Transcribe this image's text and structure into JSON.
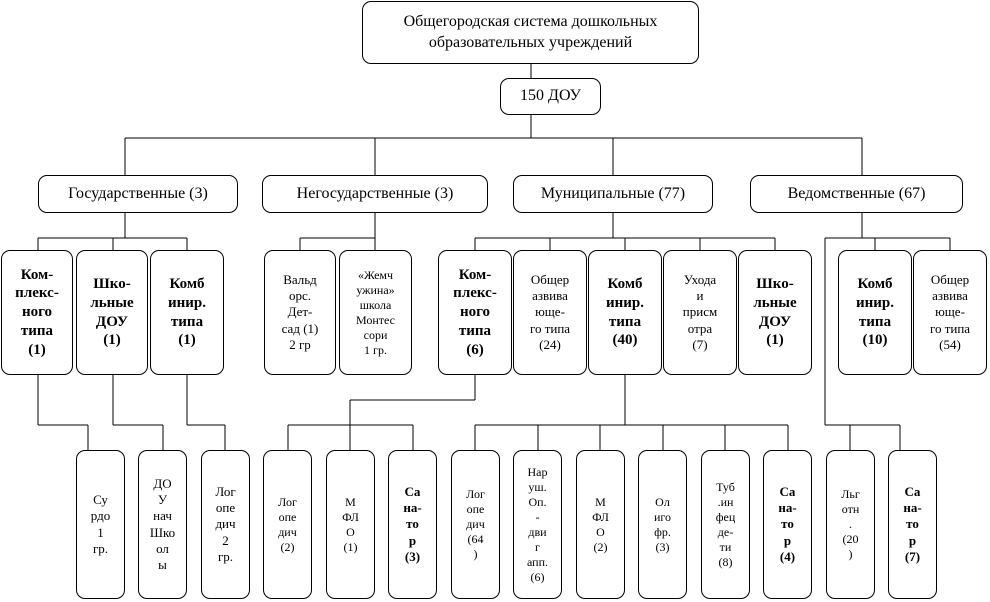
{
  "title": "Общегородская система дошкольных\nобразовательных учреждений",
  "total": "150 ДОУ",
  "groups": {
    "state": "Государственные (3)",
    "nonstate": "Негосударственные (3)",
    "municipal": "Муниципальные (77)",
    "departmental": "Ведомственные (67)"
  },
  "types": {
    "state_complex": "Ком-\nплекс-\nного\nтипа\n(1)",
    "state_school": "Шко-\nльные\nДОУ\n(1)",
    "state_combined": "Комб\nинир.\nтипа\n(1)",
    "nonstate_waldorf": "Вальд\nорс.\nДет-\nсад (1)\n2 гр",
    "nonstate_pearl": "«Жемч\nужина»\nшкола\nМонтес\nсори\n1 гр.",
    "mun_complex": "Ком-\nплекс-\nного\nтипа\n(6)",
    "mun_general": "Общер\nазвива\nюще-\nго типа\n(24)",
    "mun_combined": "Комб\nинир.\nтипа\n(40)",
    "mun_care": "Ухода\nи\nприсм\nотра\n(7)",
    "mun_school": "Шко-\nльные\nДОУ\n(1)",
    "dep_combined": "Комб\nинир.\nтипа\n(10)",
    "dep_general": "Общер\nазвива\nюще-\nго типа\n(54)"
  },
  "groups_detail": {
    "surdo": "Су\nрдо\n1\nгр.",
    "dou_school": "ДО\nУ\nнач\nШко\nол\nы",
    "logo_state": "Лог\nопе\nдич\n2\nгр.",
    "logo_complex": "Лог\nопе\nдич\n(2)",
    "mflo_complex": "М\nФЛ\nО\n(1)",
    "sanat_complex": "Са\nна-\nто\nр\n(3)",
    "logo_comb": "Лог\nопе\nдич\n(64\n)",
    "narush": "Нар\nуш.\nОп.\n-\nдви\nг\nапп.\n(6)",
    "mflo_comb": "М\nФЛ\nО\n(2)",
    "oligo": "Ол\nиго\nфр.\n(3)",
    "tub": "Туб\n.ин\nфец\nде-\nти\n(8)",
    "sanat_comb": "Са\nна-\nто\nр\n(4)",
    "lgotn": "Льг\nотн\n.\n(20\n)",
    "sanat_dep": "Са\nна-\nто\nр\n(7)"
  }
}
